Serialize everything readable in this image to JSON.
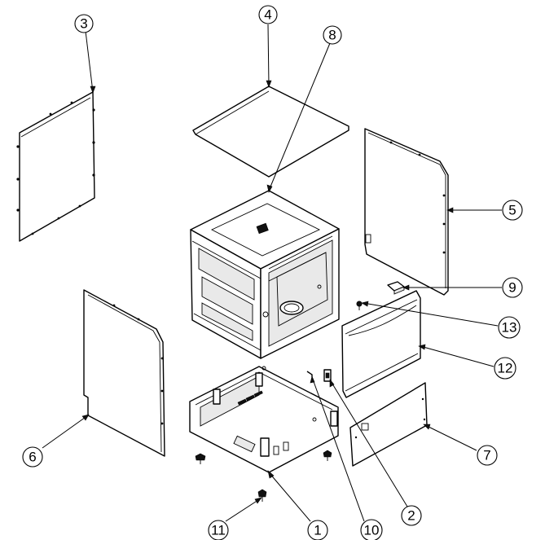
{
  "callouts": [
    {
      "id": "3",
      "label": "3"
    },
    {
      "id": "4",
      "label": "4"
    },
    {
      "id": "8",
      "label": "8"
    },
    {
      "id": "5",
      "label": "5"
    },
    {
      "id": "9",
      "label": "9"
    },
    {
      "id": "13",
      "label": "13"
    },
    {
      "id": "12",
      "label": "12"
    },
    {
      "id": "6",
      "label": "6"
    },
    {
      "id": "7",
      "label": "7"
    },
    {
      "id": "2",
      "label": "2"
    },
    {
      "id": "11",
      "label": "11"
    },
    {
      "id": "1",
      "label": "1"
    },
    {
      "id": "10",
      "label": "10"
    }
  ]
}
